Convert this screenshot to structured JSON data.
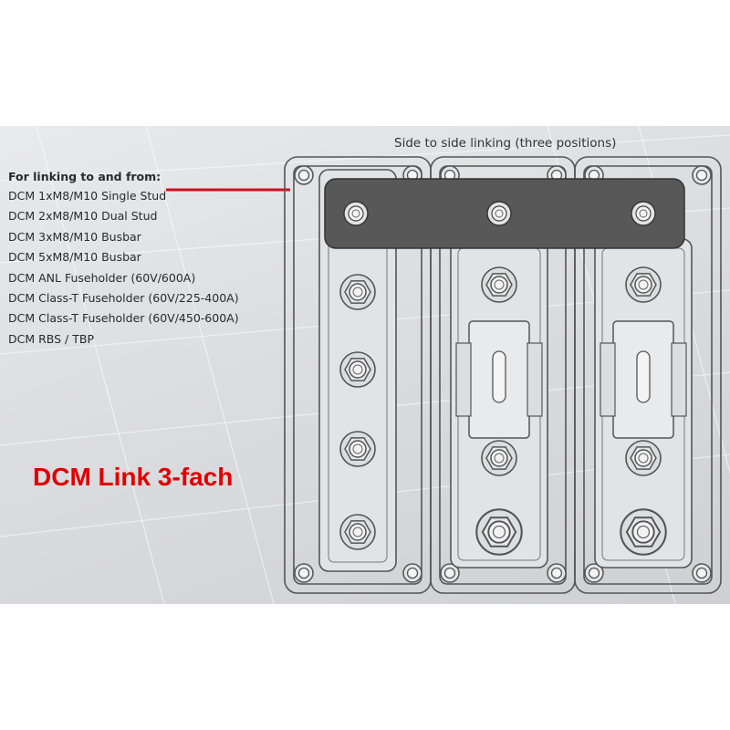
{
  "caption": "Side to side linking (three positions)",
  "list": {
    "title": "For linking to and from:",
    "items": [
      "DCM 1xM8/M10 Single Stud",
      "DCM 2xM8/M10 Dual Stud",
      "DCM 3xM8/M10 Busbar",
      "DCM 5xM8/M10 Busbar",
      "DCM ANL Fuseholder (60V/600A)",
      "DCM Class-T Fuseholder (60V/225-400A)",
      "DCM Class-T Fuseholder (60V/450-600A)",
      "DCM RBS / TBP"
    ]
  },
  "product_label": "DCM Link 3-fach",
  "colors": {
    "accent_red": "#e00000",
    "leader_red": "#d0101c",
    "bar_dark": "#585858",
    "outline": "#555555"
  }
}
